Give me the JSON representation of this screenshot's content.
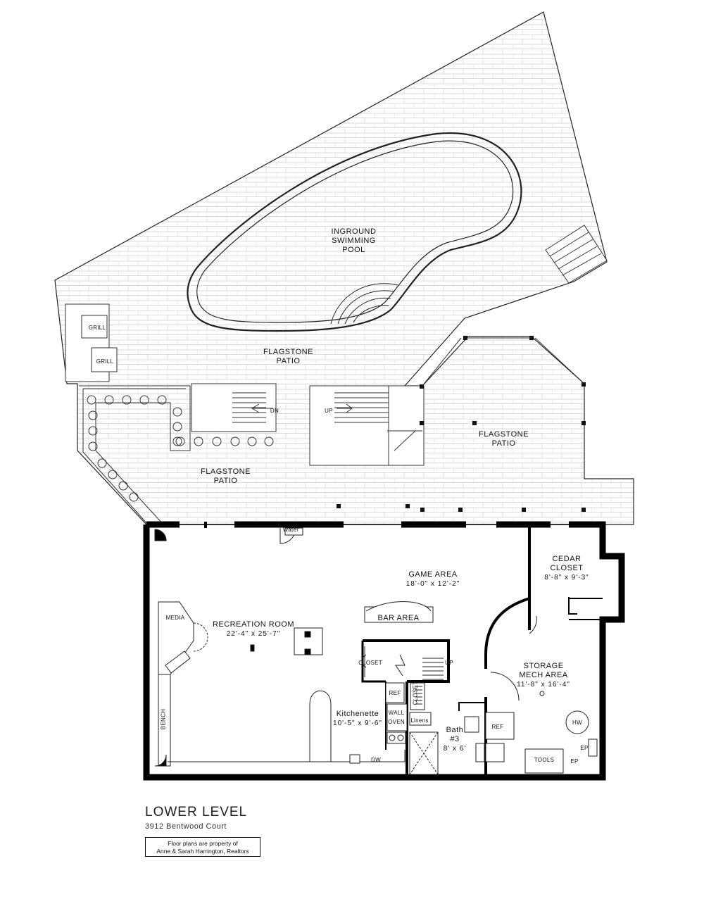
{
  "title": "LOWER LEVEL",
  "address": "3912 Bentwood Court",
  "note": {
    "line1": "Floor plans are property of",
    "line2": "Anne & Sarah Harrington, Realtors"
  },
  "rooms": {
    "pool": [
      "INGROUND",
      "SWIMMING",
      "POOL"
    ],
    "patio_top": [
      "FLAGSTONE",
      "PATIO"
    ],
    "patio_left": [
      "FLAGSTONE",
      "PATIO"
    ],
    "patio_right": [
      "FLAGSTONE",
      "PATIO"
    ],
    "grill_1": "GRILL",
    "grill_2": "GRILL",
    "stair_dn": "DN",
    "stair_up_outside": "UP",
    "water": "Water",
    "game_area": {
      "name": "GAME AREA",
      "dim": "18'-0\" x 12'-2\""
    },
    "cedar_closet": {
      "name": [
        "CEDAR",
        "CLOSET"
      ],
      "dim": "8'-8\" x 9'-3\""
    },
    "recreation": {
      "name": "RECREATION ROOM",
      "dim": "22'-4\" x 25'-7\""
    },
    "bar_area": "BAR AREA",
    "media": "MEDIA",
    "bench": "BENCH",
    "closet_1": "CLOSET",
    "closet_2": "CLOSET",
    "stair_up_inside": "UP",
    "storage": {
      "name": [
        "STORAGE",
        "MECH AREA"
      ],
      "dim": "11'-8\" x 16'-4\""
    },
    "ref_1": "REF",
    "ref_2": "REF",
    "kitchenette": {
      "name": "Kitchenette",
      "dim": "10'-5\" x 9'-6\""
    },
    "wall_oven": [
      "WALL",
      "OVEN"
    ],
    "linens": "Linens",
    "bath": {
      "name": [
        "Bath",
        "#3"
      ],
      "dim": "8' x 6'"
    },
    "dw": "DW",
    "hw": "HW",
    "tools": "TOOLS",
    "ep_1": "EP",
    "ep_2": "EP"
  }
}
